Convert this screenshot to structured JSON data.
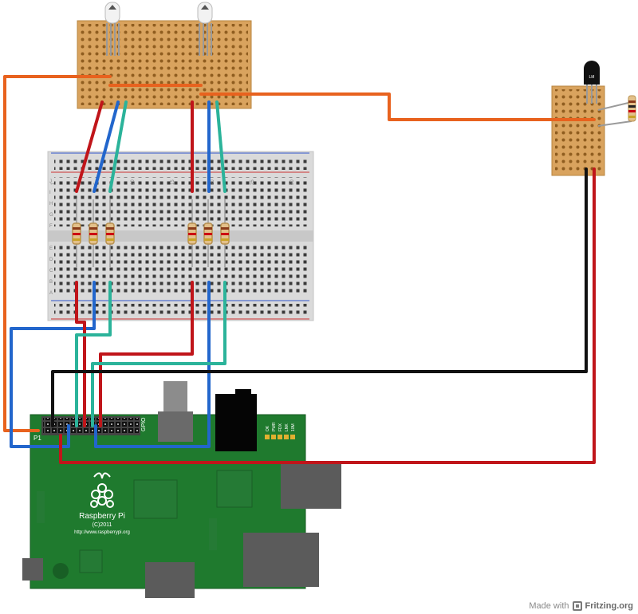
{
  "board": {
    "name": "Raspberry Pi",
    "copyright": "(C)2011",
    "url": "http://www.raspberrypi.org",
    "header_label": "P1",
    "gpio_label": "GPIO",
    "leds": [
      "OK",
      "PWR",
      "FDX",
      "LNK",
      "10M"
    ]
  },
  "sensor": {
    "label": "LM"
  },
  "breadboard": {
    "column_numbers": [
      "1",
      "5",
      "10",
      "15",
      "20",
      "25",
      "30"
    ],
    "row_letters_top": [
      "J",
      "I",
      "H",
      "G",
      "F"
    ],
    "row_letters_bottom": [
      "E",
      "D",
      "C",
      "B",
      "A"
    ]
  },
  "credit": {
    "prefix": "Made with",
    "brand": "Fritzing.org"
  },
  "colors": {
    "wire_red": "#c0151a",
    "wire_blue": "#2266cc",
    "wire_green": "#2bb39a",
    "wire_orange": "#e8621e",
    "wire_black": "#111111",
    "pcb": "#1f7a2e",
    "stripboard": "#d9a35e",
    "breadboard": "#d8d8d8"
  }
}
